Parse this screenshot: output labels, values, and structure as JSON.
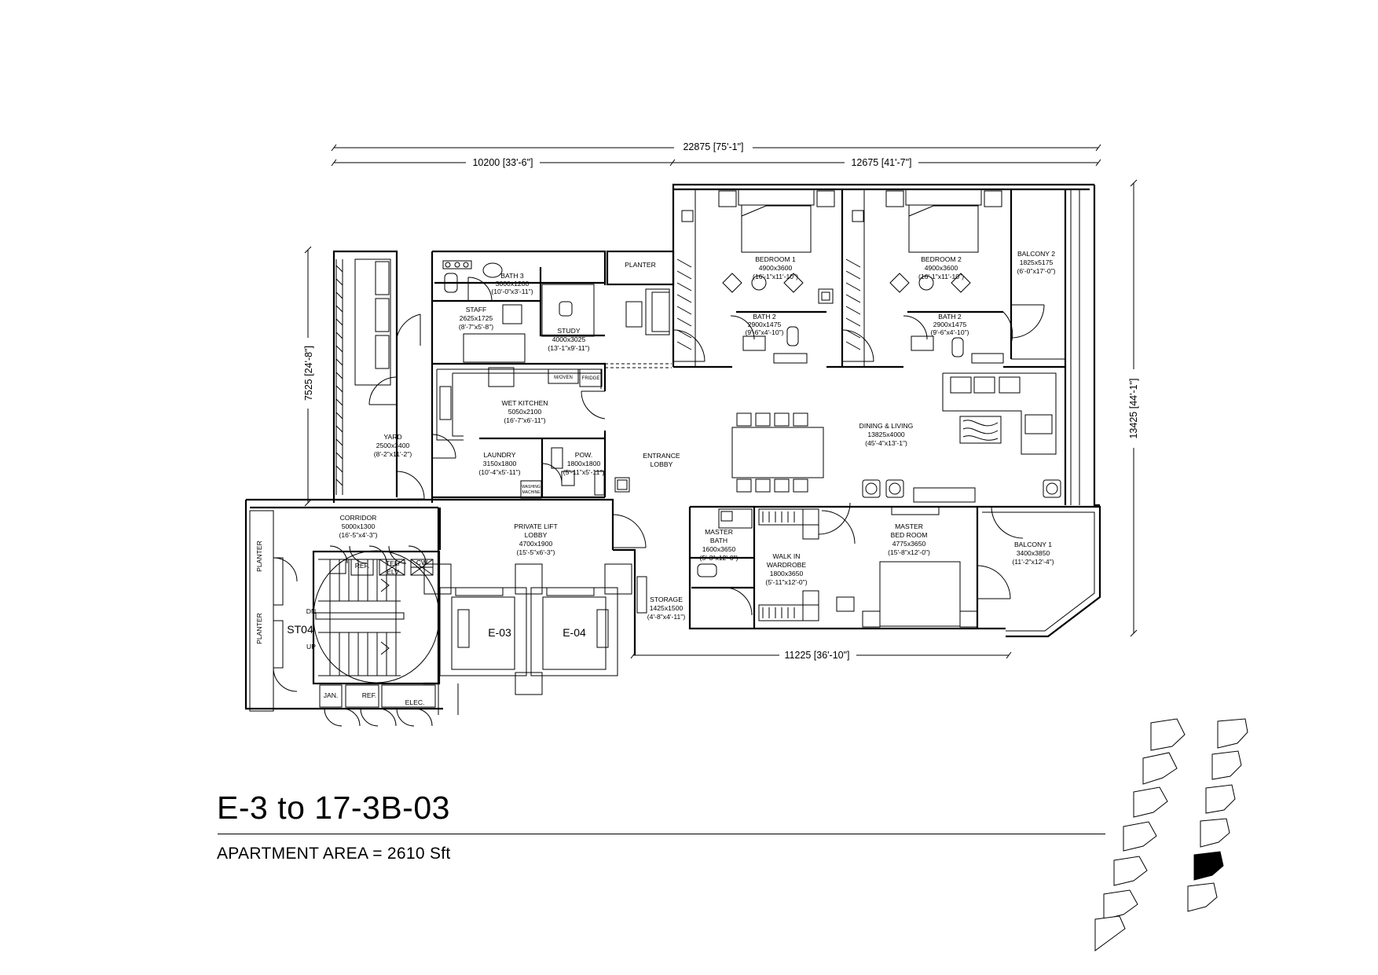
{
  "title": "E-3 to 17-3B-03",
  "area": "APARTMENT AREA = 2610 Sft",
  "dimensions": {
    "overall_width": "22875 [75'-1\"]",
    "left_width": "10200 [33'-6\"]",
    "right_width": "12675 [41'-7\"]",
    "left_height": "7525 [24'-8\"]",
    "right_height": "13425 [44'-1\"]",
    "bottom_width": "11225 [36'-10\"]"
  },
  "rooms": {
    "bedroom1": {
      "name": "BEDROOM 1",
      "size": "4900x3600",
      "imperial": "(16'-1\"x11'-10\")"
    },
    "bedroom2": {
      "name": "BEDROOM 2",
      "size": "4900x3600",
      "imperial": "(16'-1\"x11'-10\")"
    },
    "balcony2": {
      "name": "BALCONY 2",
      "size": "1825x5175",
      "imperial": "(6'-0\"x17'-0\")"
    },
    "bath3": {
      "name": "BATH 3",
      "size": "3000x1200",
      "imperial": "(10'-0\"x3'-11\")"
    },
    "staff": {
      "name": "STAFF",
      "size": "2625x1725",
      "imperial": "(8'-7\"x5'-8\")"
    },
    "study": {
      "name": "STUDY",
      "size": "4000x3025",
      "imperial": "(13'-1\"x9'-11\")"
    },
    "bath2a": {
      "name": "BATH 2",
      "size": "2900x1475",
      "imperial": "(9'-6\"x4'-10\")"
    },
    "bath2b": {
      "name": "BATH 2",
      "size": "2900x1475",
      "imperial": "(9'-6\"x4'-10\")"
    },
    "wet_kitchen": {
      "name": "WET KITCHEN",
      "size": "5050x2100",
      "imperial": "(16'-7\"x6'-11\")"
    },
    "yard": {
      "name": "YARD",
      "size": "2500x3400",
      "imperial": "(8'-2\"x11'-2\")"
    },
    "laundry": {
      "name": "LAUNDRY",
      "size": "3150x1800",
      "imperial": "(10'-4\"x5'-11\")"
    },
    "pow": {
      "name": "POW.",
      "size": "1800x1800",
      "imperial": "(5'-11\"x5'-11\")"
    },
    "entrance": {
      "name1": "ENTRANCE",
      "name2": "LOBBY"
    },
    "dining": {
      "name": "DINING & LIVING",
      "size": "13825x4000",
      "imperial": "(45'-4\"x13'-1\")"
    },
    "corridor": {
      "name": "CORRIDOR",
      "size": "5000x1300",
      "imperial": "(16'-5\"x4'-3\")"
    },
    "private_lift": {
      "name1": "PRIVATE LIFT",
      "name2": "LOBBY",
      "size": "4700x1900",
      "imperial": "(15'-5\"x6'-3\")"
    },
    "master_bath": {
      "name1": "MASTER",
      "name2": "BATH",
      "size": "1600x3650",
      "imperial": "(5'-3\"x12'-0\")"
    },
    "walk_in": {
      "name1": "WALK IN",
      "name2": "WARDROBE",
      "size": "1800x3650",
      "imperial": "(5'-11\"x12'-0\")"
    },
    "master_bed": {
      "name1": "MASTER",
      "name2": "BED ROOM",
      "size": "4775x3650",
      "imperial": "(15'-8\"x12'-0\")"
    },
    "balcony1": {
      "name": "BALCONY 1",
      "size": "3400x3850",
      "imperial": "(11'-2\"x12'-4\")"
    },
    "storage": {
      "name": "STORAGE",
      "size": "1425x1500",
      "imperial": "(4'-8\"x4'-11\")"
    }
  },
  "labels": {
    "planter_top": "PLANTER",
    "planter_left1": "PLANTER",
    "planter_left2": "PLANTER",
    "st04": "ST04",
    "dn": "DN",
    "up": "UP",
    "e03": "E-03",
    "e04": "E-04",
    "ref1": "REF.",
    "tel": "TEL/",
    "elv": "ELV",
    "cw": "CW",
    "jan": "JAN.",
    "ref2": "REF.",
    "elec": "ELEC.",
    "microwave": "M/OVEN",
    "fridge": "FRIDGE",
    "washing1": "WASHING",
    "washing2": "MACHINE"
  }
}
